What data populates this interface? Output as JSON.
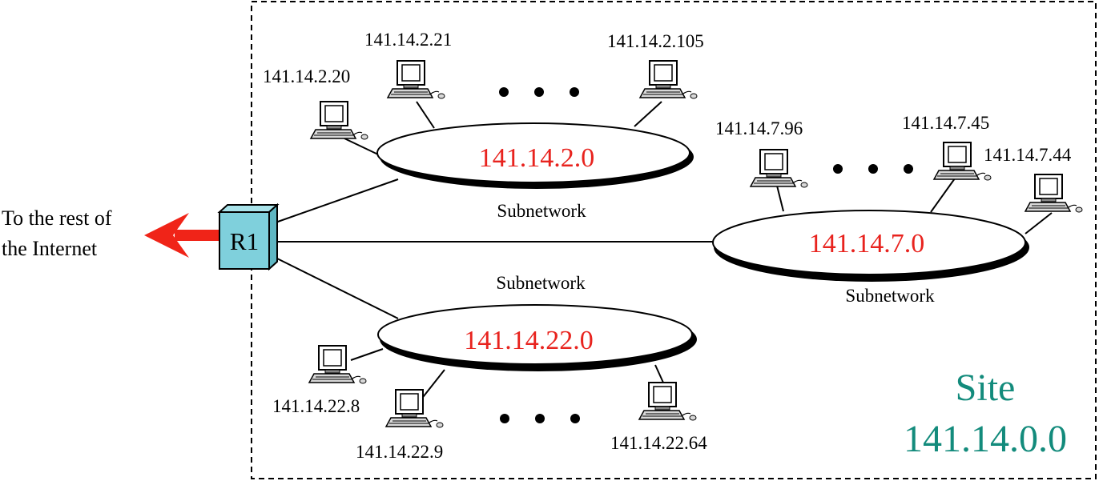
{
  "internet": {
    "line1": "To the rest of",
    "line2": "the Internet"
  },
  "router": {
    "label": "R1",
    "color": "#7fd0dc"
  },
  "site": {
    "label": "Site",
    "address": "141.14.0.0",
    "color": "#138b7c"
  },
  "subnets": [
    {
      "address": "141.14.2.0",
      "caption": "Subnetwork",
      "hosts": [
        "141.14.2.20",
        "141.14.2.21",
        "141.14.2.105"
      ]
    },
    {
      "address": "141.14.7.0",
      "caption": "Subnetwork",
      "hosts": [
        "141.14.7.96",
        "141.14.7.45",
        "141.14.7.44"
      ]
    },
    {
      "address": "141.14.22.0",
      "caption": "Subnetwork",
      "hosts": [
        "141.14.22.8",
        "141.14.22.9",
        "141.14.22.64"
      ]
    }
  ],
  "colors": {
    "subnet_text": "#e8231e",
    "arrow": "#f02418"
  }
}
